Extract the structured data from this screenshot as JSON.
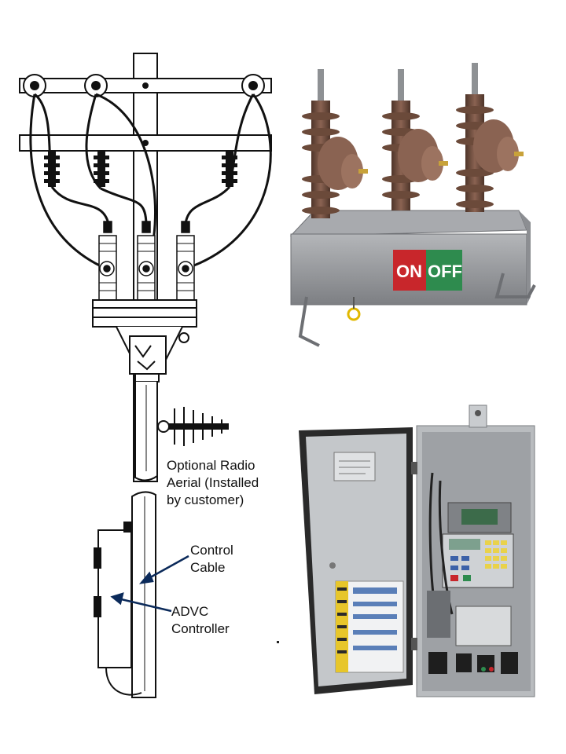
{
  "labels": {
    "aerial_line1": "Optional Radio",
    "aerial_line2": "Aerial (Installed",
    "aerial_line3": "by customer)",
    "cable_line1": "Control",
    "cable_line2": "Cable",
    "advc_line1": "ADVC",
    "advc_line2": "Controller"
  },
  "recloser": {
    "on_text": "ON",
    "off_text": "OFF"
  },
  "colors": {
    "line": "#111111",
    "insulator_brown": "#6b4a3a",
    "tank_grey": "#9a9ca0",
    "on_red": "#c8262b",
    "off_green": "#2e8b4e",
    "cabinet_grey": "#b9bcbf",
    "keypad_yellow": "#e9d24a"
  }
}
